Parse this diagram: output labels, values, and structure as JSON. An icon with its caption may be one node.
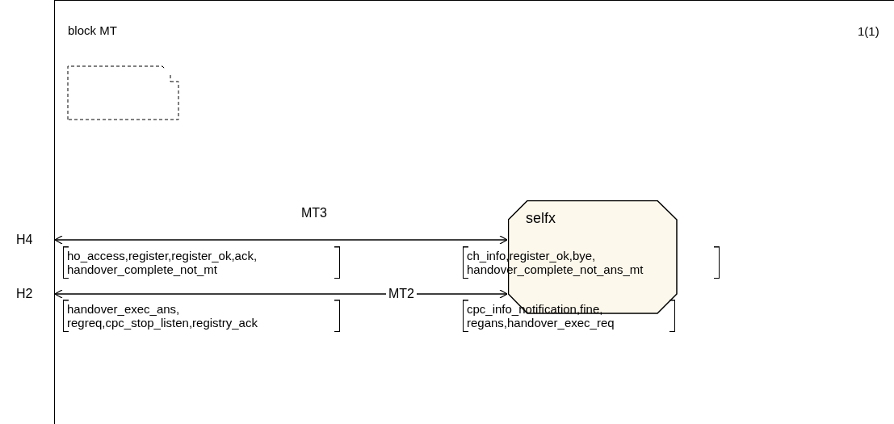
{
  "diagram": {
    "nodes": [
      {
        "text": [
          "block MT"
        ]
      },
      {
        "text": [
          "selfx"
        ],
        "in": 0
      },
      {
        "text": [
          "H4"
        ]
      },
      {
        "text": [
          "H2"
        ]
      }
    ],
    "edges": [
      {
        "from": 2,
        "to": 1,
        "arrow": "both",
        "label": "MT3"
      },
      {
        "from": 3,
        "to": 1,
        "arrow": "both",
        "label": "MT2"
      }
    ],
    "labels": [
      "1(1)",
      "ho_access,register,register_ok,ack, handover_complete_not_mt",
      "ch_info,register_ok,bye, handover_complete_not_ans_mt",
      "handover_exec_ans, regreq,cpc_stop_listen,registry_ack",
      "cpc_info_notification,fine, regans,handover_exec_req"
    ]
  }
}
